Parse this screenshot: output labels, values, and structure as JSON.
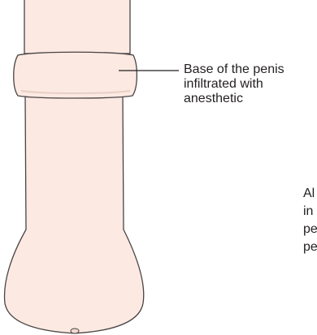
{
  "figure": {
    "annotation_lines": [
      "Base of the penis",
      "infiltrated with",
      "anesthetic"
    ],
    "cropped_text_fragments": [
      "Al",
      "in",
      "pe",
      "pe"
    ]
  },
  "colors": {
    "skin_fill": "#fbe9e2",
    "outline": "#4a4444",
    "leader_line": "#231f20",
    "text": "#231f20",
    "background": "#ffffff"
  }
}
